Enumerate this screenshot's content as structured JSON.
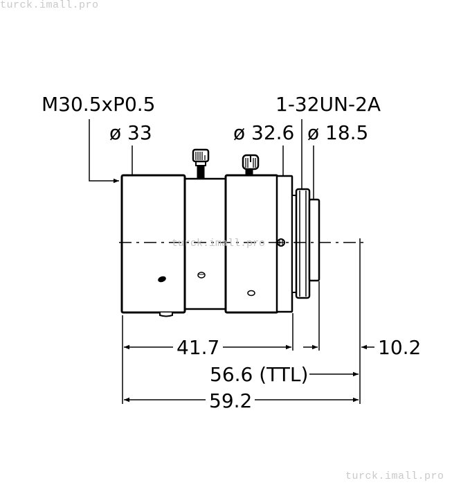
{
  "watermarks": {
    "top": "turck.imall.pro",
    "center": "turck.imall.pro",
    "bottom": "turck.imall.pro"
  },
  "drawing": {
    "subject": "camera-lens-side-view",
    "labels": {
      "thread_front": "M30.5xP0.5",
      "dia_front": "ø 33",
      "dia_rear": "ø 32.6",
      "thread_mount": "1-32UN-2A",
      "dia_mount": "ø 18.5"
    },
    "dimensions": {
      "body_length": "41.7",
      "flange_back": "10.2",
      "ttl": "56.6 (TTL)",
      "overall_length": "59.2"
    },
    "colors": {
      "line": "#000000",
      "watermark": "#c9c9c9",
      "background": "#ffffff"
    }
  }
}
